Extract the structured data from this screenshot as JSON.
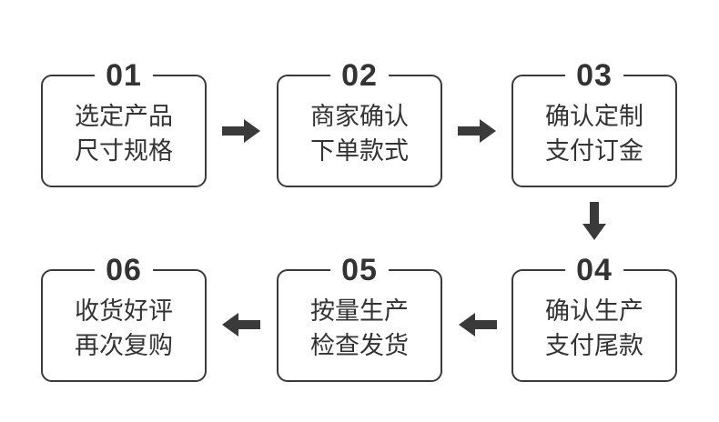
{
  "colors": {
    "border": "#3a3a3a",
    "text": "#333333",
    "arrow": "#3a3a3a",
    "background": "#ffffff"
  },
  "steps": [
    {
      "num": "01",
      "line1": "选定产品",
      "line2": "尺寸规格"
    },
    {
      "num": "02",
      "line1": "商家确认",
      "line2": "下单款式"
    },
    {
      "num": "03",
      "line1": "确认定制",
      "line2": "支付订金"
    },
    {
      "num": "04",
      "line1": "确认生产",
      "line2": "支付尾款"
    },
    {
      "num": "05",
      "line1": "按量生产",
      "line2": "检查发货"
    },
    {
      "num": "06",
      "line1": "收货好评",
      "line2": "再次复购"
    }
  ],
  "arrows": [
    {
      "from": "01",
      "to": "02",
      "direction": "right"
    },
    {
      "from": "02",
      "to": "03",
      "direction": "right"
    },
    {
      "from": "03",
      "to": "04",
      "direction": "down"
    },
    {
      "from": "04",
      "to": "05",
      "direction": "left"
    },
    {
      "from": "05",
      "to": "06",
      "direction": "left"
    }
  ]
}
